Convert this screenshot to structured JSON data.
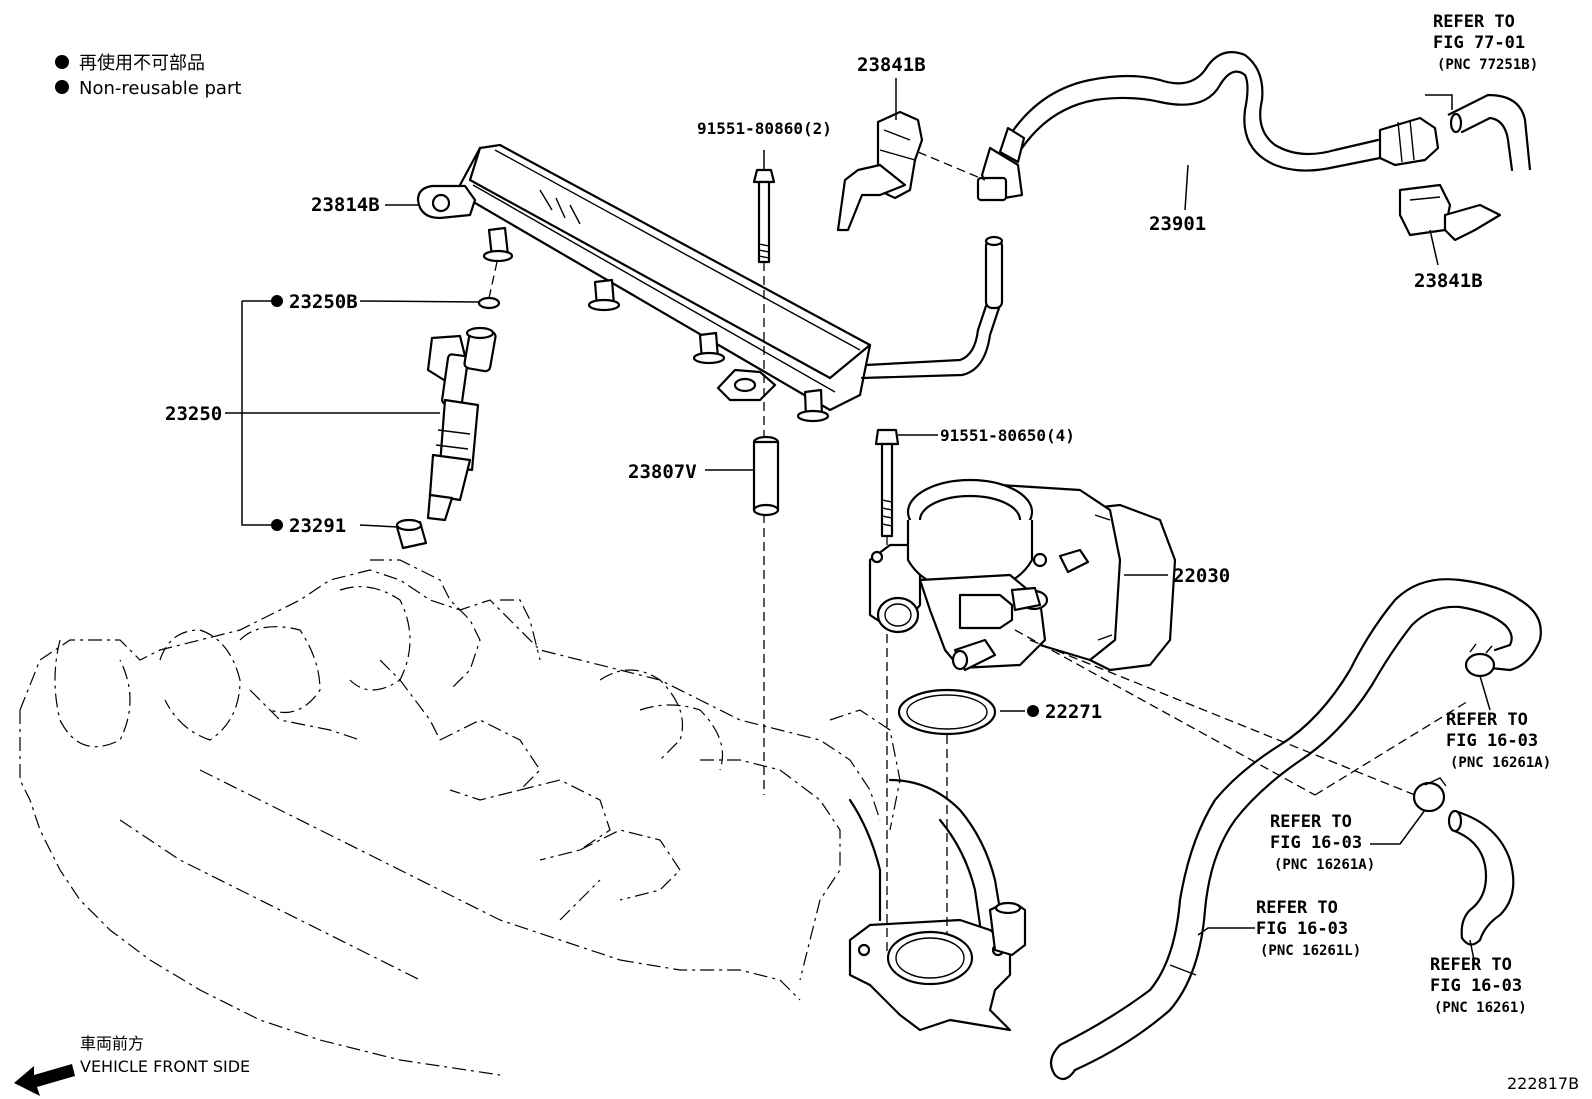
{
  "legend": {
    "jp": "再使用不可部品",
    "en": "Non-reusable part"
  },
  "front": {
    "jp": "車両前方",
    "en": "VEHICLE FRONT SIDE"
  },
  "figure_id": "222817B",
  "parts": {
    "p23841B_top": "23841B",
    "p23841B_right": "23841B",
    "p23901": "23901",
    "p23814B": "23814B",
    "p91551_80860": "91551-80860(2)",
    "p23250B": "23250B",
    "p23250": "23250",
    "p23291": "23291",
    "p23807V": "23807V",
    "p91551_80650": "91551-80650(4)",
    "p22030": "22030",
    "p22271": "22271"
  },
  "refs": [
    {
      "l1": "REFER TO",
      "l2": "FIG 77-01",
      "l3": "(PNC 77251B)"
    },
    {
      "l1": "REFER TO",
      "l2": "FIG 16-03",
      "l3": "(PNC 16261A)"
    },
    {
      "l1": "REFER TO",
      "l2": "FIG 16-03",
      "l3": "(PNC 16261A)"
    },
    {
      "l1": "REFER TO",
      "l2": "FIG 16-03",
      "l3": "(PNC 16261L)"
    },
    {
      "l1": "REFER TO",
      "l2": "FIG 16-03",
      "l3": "(PNC 16261)"
    }
  ]
}
